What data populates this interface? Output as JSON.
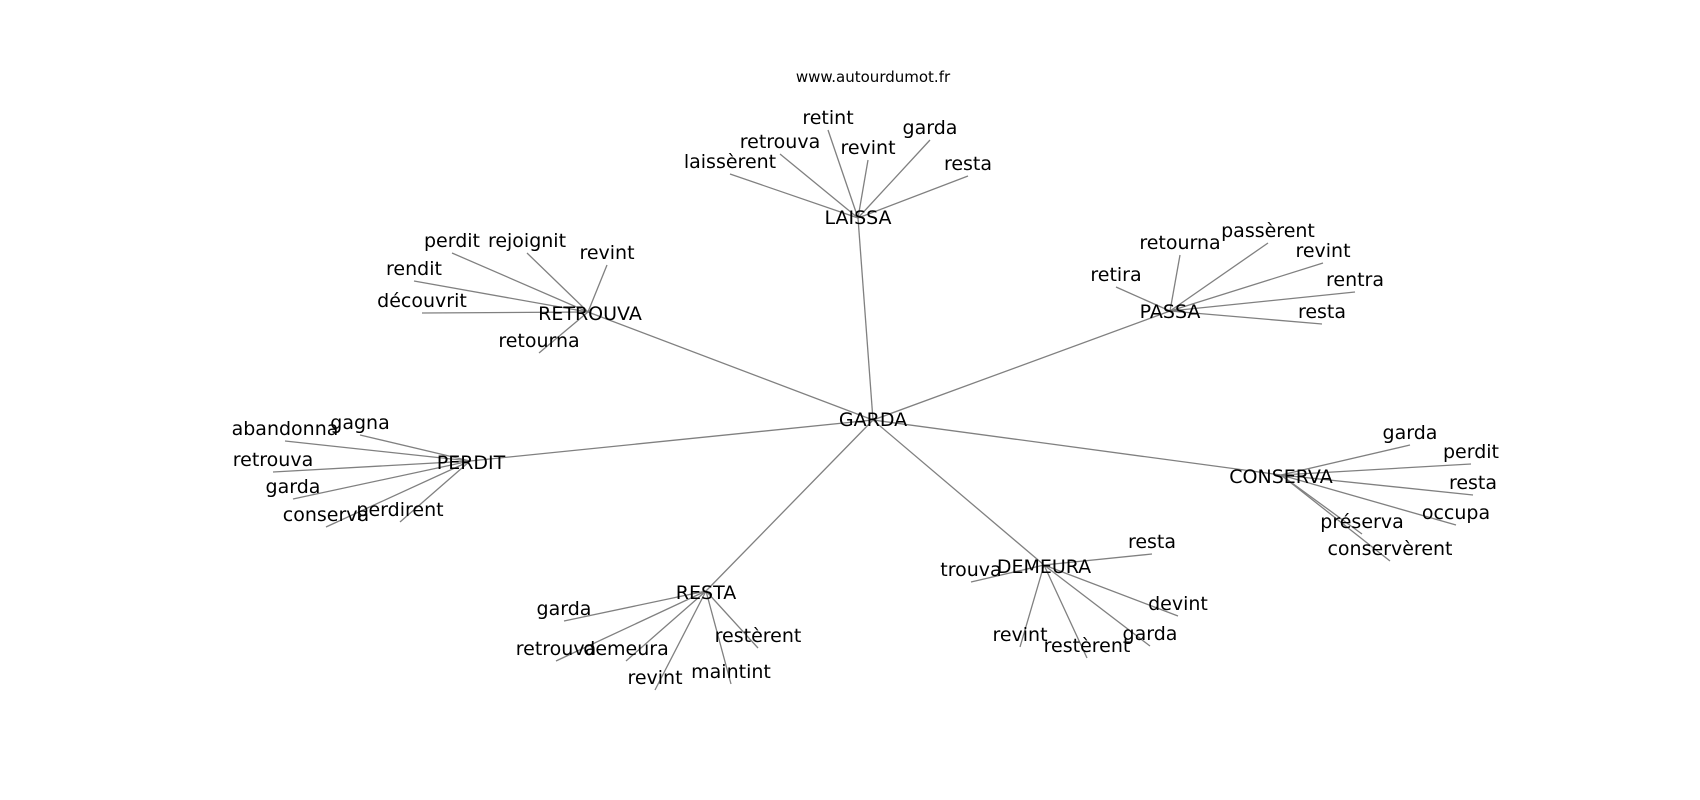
{
  "site": "www.autourdumot.fr",
  "center": "GARDA",
  "groups": [
    {
      "id": "laissa",
      "label": "LAISSA",
      "words": [
        "retint",
        "retrouva",
        "revint",
        "garda",
        "laissèrent",
        "resta"
      ]
    },
    {
      "id": "retrouva",
      "label": "RETROUVA",
      "words": [
        "perdit",
        "rejoignit",
        "revint",
        "rendit",
        "découvrit",
        "retourna"
      ]
    },
    {
      "id": "passa",
      "label": "PASSA",
      "words": [
        "retourna",
        "passèrent",
        "revint",
        "retira",
        "rentra",
        "resta"
      ]
    },
    {
      "id": "perdit",
      "label": "PERDIT",
      "words": [
        "gagna",
        "abandonna",
        "retrouva",
        "garda",
        "perdirent",
        "conserva"
      ]
    },
    {
      "id": "conserva",
      "label": "CONSERVA",
      "words": [
        "garda",
        "perdit",
        "resta",
        "occupa",
        "préserva",
        "conservèrent"
      ]
    },
    {
      "id": "resta",
      "label": "RESTA",
      "words": [
        "garda",
        "retrouva",
        "demeura",
        "restèrent",
        "maintint",
        "revint"
      ]
    },
    {
      "id": "demeura",
      "label": "DEMEURA",
      "words": [
        "resta",
        "trouva",
        "devint",
        "garda",
        "revint",
        "restèrent"
      ]
    }
  ]
}
